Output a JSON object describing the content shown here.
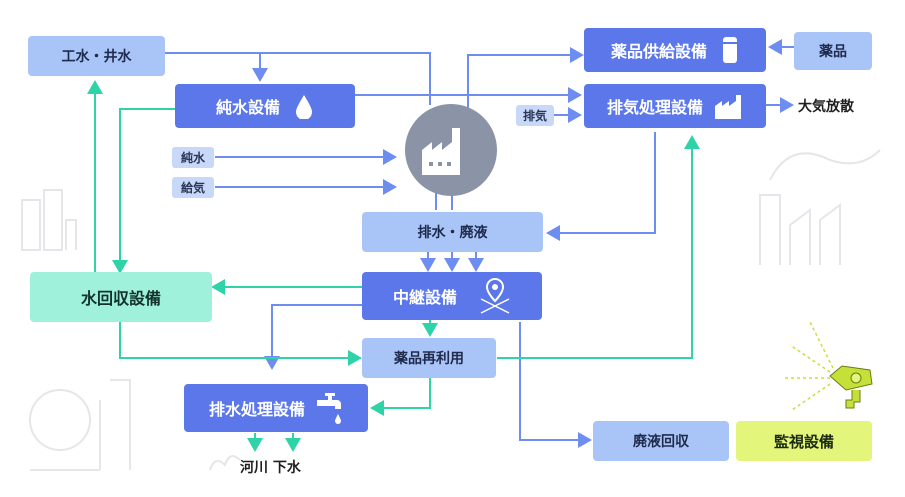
{
  "colors": {
    "light_box": "#a9c4f7",
    "dark_box": "#5b77ea",
    "mint_box": "#9ff1dc",
    "lime_box": "#e3f57a",
    "flow_blue": "#6d8ef0",
    "flow_green": "#2fd3a8",
    "factory_circle": "#8b93a6"
  },
  "nodes": {
    "kousui_isui": "工水・井水",
    "junsui_setsubi": "純水設備",
    "yakuhin_kyokyu": "薬品供給設備",
    "yakuhin": "薬品",
    "haiki_shori": "排気処理設備",
    "taiki_housan": "大気放散",
    "haisui_haieki": "排水・廃液",
    "chukei_setsubi": "中継設備",
    "mizu_kaishu": "水回収設備",
    "yakuhin_sairiyou": "薬品再利用",
    "haisui_shori": "排水処理設備",
    "haieki_kaishu": "廃液回収",
    "kanshi_setsubi": "監視設備",
    "kasen_gesui": "河川 下水"
  },
  "tags": {
    "junsui": "純水",
    "kyuki": "給気",
    "haiki": "排気"
  },
  "icons": [
    "water-drop-icon",
    "factory-icon",
    "container-icon",
    "exhaust-factory-icon",
    "location-pin-icon",
    "faucet-icon",
    "camera-icon"
  ]
}
